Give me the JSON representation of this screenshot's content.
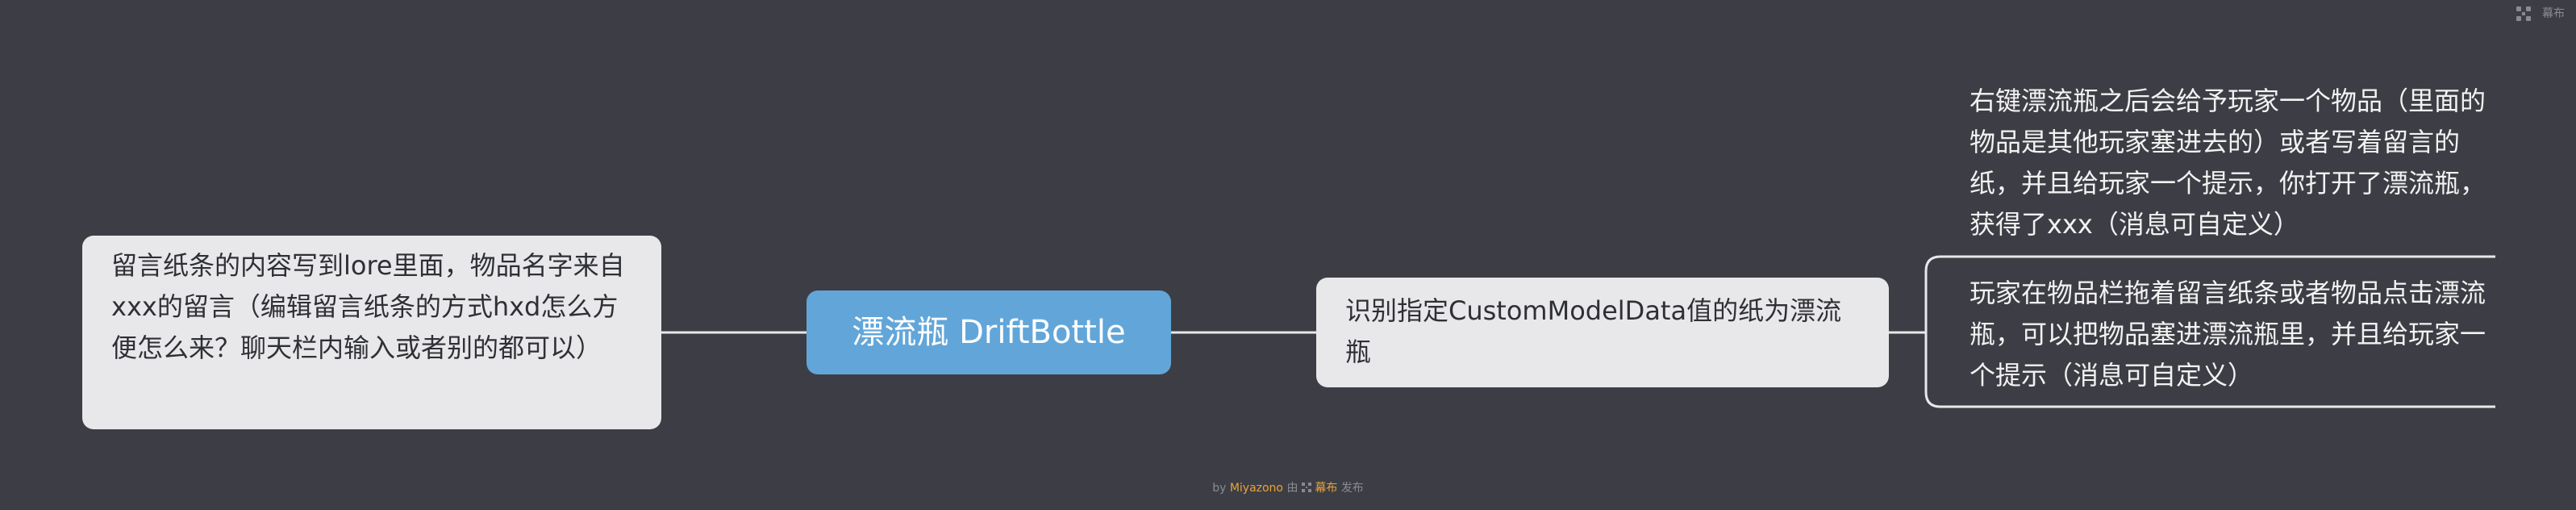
{
  "mindmap": {
    "central": "漂流瓶 DriftBottle",
    "left_branch": "留言纸条的内容写到lore里面，物品名字来自xxx的留言（编辑留言纸条的方式hxd怎么方便怎么来？聊天栏内输入或者别的都可以）",
    "right_branch": "识别指定CustomModelData值的纸为漂流瓶",
    "right_children": [
      "右键漂流瓶之后会给予玩家一个物品（里面的物品是其他玩家塞进去的）或者写着留言的纸，并且给玩家一个提示，你打开了漂流瓶，获得了xxx（消息可自定义）",
      "玩家在物品栏拖着留言纸条或者物品点击漂流瓶，可以把物品塞进漂流瓶里，并且给玩家一个提示（消息可自定义）"
    ]
  },
  "toolbar": {
    "brand_icon": "mindmap-logo-icon",
    "brand_label": "幕布"
  },
  "footer": {
    "prefix": "by",
    "author": "Miyazono",
    "via": "由",
    "brand": "幕布",
    "suffix": "发布"
  },
  "colors": {
    "background": "#3d3e45",
    "central_node": "#62a6d9",
    "node": "#e8e8ea",
    "connector": "#e8e8ea",
    "footer_accent": "#e8a23a"
  }
}
